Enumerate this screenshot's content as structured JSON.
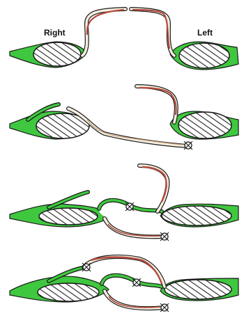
{
  "labels": {
    "right": "Right",
    "left": "Left"
  },
  "colors": {
    "tissue_green": "#33c833",
    "tissue_light": "#c8ec64",
    "flap_red": "#b44a3c",
    "flap_cream": "#f4eee0",
    "outline": "#1b1b1b",
    "hatch": "#222222",
    "background": "#ffffff"
  },
  "panels": [
    {
      "step": 1,
      "sutures": 0
    },
    {
      "step": 2,
      "sutures": 1
    },
    {
      "step": 3,
      "sutures": 2
    },
    {
      "step": 4,
      "sutures": 3
    }
  ]
}
